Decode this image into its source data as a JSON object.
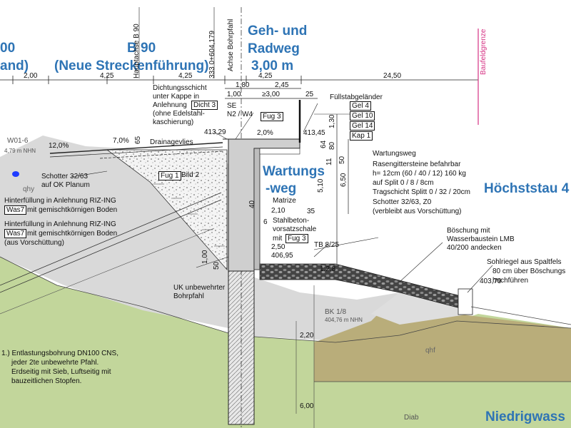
{
  "headings": {
    "road_left_1": "00",
    "road_left_2": "and)",
    "road_b90_1": "B 90",
    "road_b90_2": "(Neue Streckenführung)",
    "path_1": "Geh- und",
    "path_2": "Radweg",
    "path_3": "3,00 m",
    "wartung_1": "Wartungs",
    "wartung_2": "-weg",
    "hochststau": "Höchststau 4",
    "niedrig": "Niedrigwass"
  },
  "axes": {
    "hauptachse": "Hauptachse B 90",
    "station": "333 0+604,179",
    "bohrpfahl_axis": "Achse Bohrpfahl",
    "baufeldgrenze": "Baufeldgrenze"
  },
  "top_dims": {
    "d1": "2,00",
    "d2": "4,25",
    "d3": "4,25",
    "d4": "4,25",
    "d5": "24,50",
    "d6": "1,80",
    "d7": "2,45",
    "d8": "1,00",
    "d9": "≥3,00",
    "d10": "25"
  },
  "labels": {
    "abdichtung": [
      "Dichtungsschicht",
      "unter Kappe in",
      "Anlehnung",
      "(ohne Edelstahl-",
      "kaschierung)"
    ],
    "dicht3": "Dicht 3",
    "se": "SE",
    "n2w4": "N2 / W4",
    "fug3_top": "Fug 3",
    "elev_41329": "413,29",
    "elev_41345": "413,45",
    "slope_20a": "2,0%",
    "slope_70": "7,0%",
    "slope_120": "12,0%",
    "num_65": "65",
    "drainagevlies": "Drainagevlies",
    "w01": "W01-6",
    "w01_small": "4,79 m NHN",
    "schotter_1": "Schotter 32/63",
    "schotter_2": "auf OK Planum",
    "fug1": "Fug 1",
    "bild2": "Bild 2",
    "hinter1_1": "Hinterfüllung in Anlehnung RIZ-ING",
    "hinter1_was": "Was7",
    "hinter1_2": "mit gemischtkörnigen Boden",
    "hinter2_1": "Hinterfüllung in Anlehnung RIZ-ING",
    "hinter2_was": "Was7",
    "hinter2_2": "mit gemischtkörnigen Boden",
    "hinter2_3": "(aus Vorschüttung)",
    "qhy": "qhy",
    "fuellstab": "Füllstabgeländer",
    "gel4": "Gel 4",
    "gel10": "Gel 10",
    "gel14": "Gel 14",
    "kap1": "Kap 1",
    "d_130": "1,30",
    "d_80": "80",
    "d_64": "64",
    "d_50": "50",
    "d_650": "6,50",
    "d_510": "5,10",
    "d_11": "11",
    "d_40": "40",
    "d_35": "35",
    "d_6": "6",
    "matrize": "Matrize",
    "d_210": "2,10",
    "stahlbeton_1": "Stahlbeton-",
    "stahlbeton_2": "vorsatzschale",
    "stahlbeton_3": "mit",
    "fug3_b": "Fug 3",
    "d_250": "2,50",
    "elev_40695": "406,95",
    "tb825": "TB 8/25",
    "d_100": "1,00",
    "d_50b": "50",
    "slope_128": "1:2,8",
    "wartungsweg": [
      "Wartungsweg",
      "Rasengittersteine befahrbar",
      "h= 12cm (60 / 40 / 12) 160 kg",
      "auf Split 0 / 8 / 8cm",
      "Tragschicht Splitt 0 / 32 / 20cm",
      "Schotter 32/63, Z0",
      "(verbleibt aus Vorschüttung)"
    ],
    "boeschung": [
      "Böschung mit",
      "Wasserbaustein LMB",
      "40/200 andecken"
    ],
    "sohlriegel": [
      "Sohlriegel aus Spaltfels",
      "80 cm über Böschungs",
      "hochführen"
    ],
    "elev_40379": "403,79",
    "uk_1": "UK unbewehrter",
    "uk_2": "Bohrpfahl",
    "bk": "BK 1/8",
    "bk_small": "404,76 m NHN",
    "d_220": "2,20",
    "d_600": "6,00",
    "qhf": "qhf",
    "diab": "Diab",
    "note": [
      "1.) Entlastungsbohrung DN100 CNS,",
      "jeder 2te unbewehrte Pfahl.",
      "Erdseitig mit Sieb, Luftseitig mit",
      "bauzeitlichen Stopfen."
    ]
  },
  "colors": {
    "blue_text": "#2e74b5",
    "green_soil": "#c2d69b",
    "grey_fill": "#d9d9d9",
    "olive_soil": "#b9ad7a",
    "pink_line": "#d63384"
  }
}
